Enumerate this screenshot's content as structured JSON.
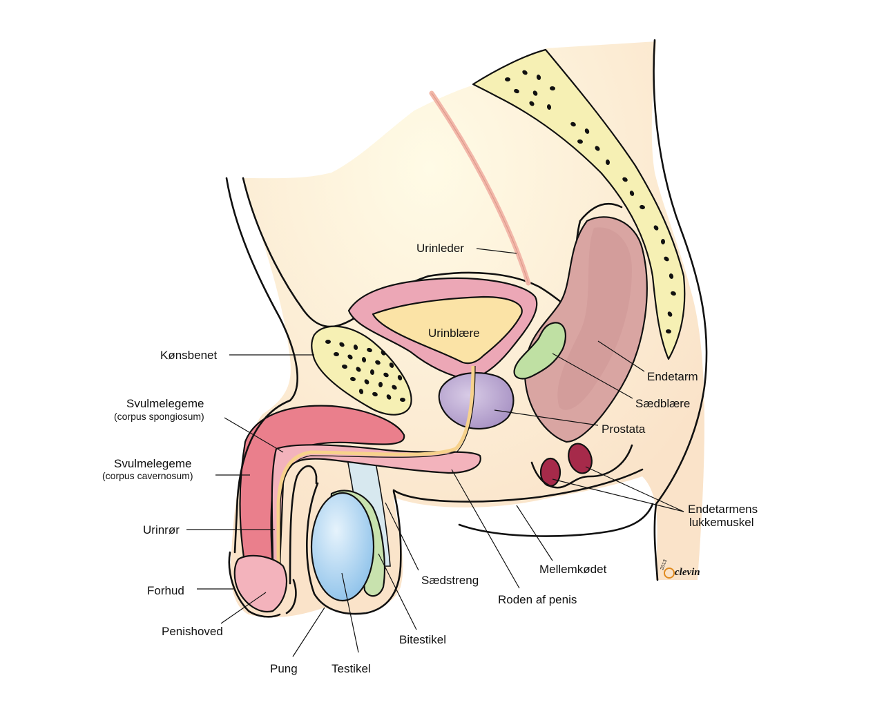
{
  "colors": {
    "body_fill": "#fbe8cf",
    "body_glow": "#fdf6dd",
    "bone": "#f6f0b4",
    "bladder_wall": "#eca7b6",
    "bladder_inner": "#fbe3a6",
    "prostate": "#b9a3cf",
    "seminal_vesicle": "#bfe0a3",
    "rectum": "#d9a5a2",
    "sphincter": "#a62a4a",
    "corpus_cavernosum": "#ea7f8c",
    "glans": "#f3b3bc",
    "testis": "#9ccbee",
    "epididymis": "#c8e2ae",
    "ureter": "#f2b7a9",
    "urethra": "#f7d28c",
    "spermatic_cord": "#d7e8ef"
  },
  "labels": {
    "urinleder": "Urinleder",
    "urinblaere": "Urinblære",
    "konsbenet": "Kønsbenet",
    "spongiosum_title": "Svulmelegeme",
    "spongiosum_sub": "(corpus spongiosum)",
    "cavernosum_title": "Svulmelegeme",
    "cavernosum_sub": "(corpus cavernosum)",
    "urinror": "Urinrør",
    "forhud": "Forhud",
    "penishoved": "Penishoved",
    "pung": "Pung",
    "testikel": "Testikel",
    "bitestikel": "Bitestikel",
    "saedstreng": "Sædstreng",
    "roden_af_penis": "Roden af penis",
    "mellemkodet": "Mellemkødet",
    "endetarm": "Endetarm",
    "saedblaere": "Sædblære",
    "prostata": "Prostata",
    "sphincter_line1": "Endetarmens",
    "sphincter_line2": "lukkemuskel"
  },
  "signature": {
    "year": "2013",
    "name": "clevin"
  }
}
